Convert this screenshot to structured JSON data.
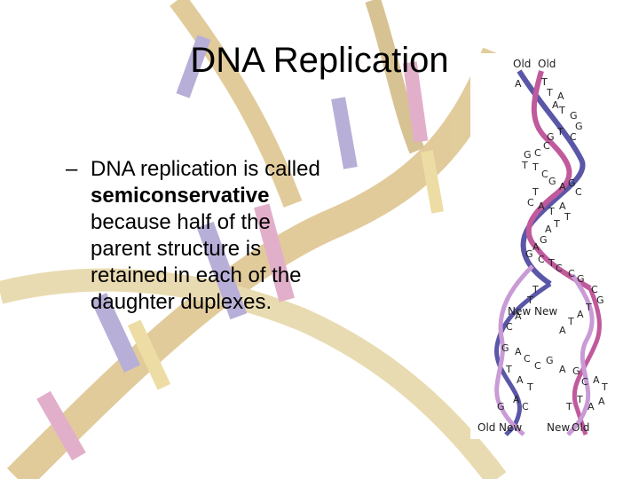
{
  "slide": {
    "title": "DNA Replication",
    "bullet_marker": "–",
    "body_pre": "DNA replication is called",
    "body_bold": "semiconservative",
    "body_post": "because half of the parent structure is retained in each of the daughter duplexes."
  },
  "diagram": {
    "label_old_1": "Old",
    "label_old_2": "Old",
    "label_new_1": "New",
    "label_new_2": "New",
    "bottom_left_1": "Old",
    "bottom_left_2": "New",
    "bottom_right_1": "New",
    "bottom_right_2": "Old",
    "bases": [
      "A",
      "T",
      "T",
      "A",
      "A",
      "T",
      "G",
      "G",
      "C",
      "T",
      "G",
      "C",
      "C",
      "G",
      "T",
      "T",
      "C",
      "G",
      "A",
      "G",
      "C",
      "T",
      "C",
      "A",
      "T",
      "A",
      "T",
      "T",
      "A",
      "G",
      "A",
      "G",
      "C",
      "T",
      "C",
      "C",
      "G",
      "C",
      "G",
      "T",
      "A",
      "T",
      "A",
      "T",
      "T",
      "A",
      "C",
      "G",
      "A",
      "C",
      "C",
      "G",
      "A",
      "G",
      "C",
      "A",
      "T",
      "T",
      "A",
      "T",
      "A",
      "C",
      "G",
      "T",
      "A",
      "A",
      "T"
    ]
  }
}
